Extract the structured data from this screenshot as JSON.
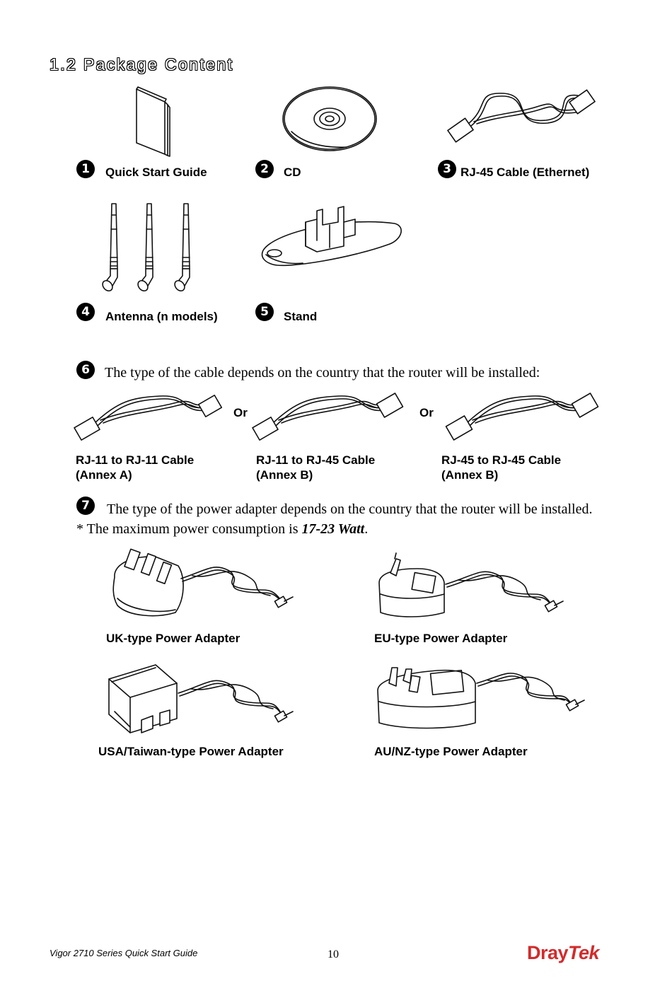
{
  "section_title": "1.2 Package Content",
  "items": [
    {
      "number": "1",
      "label": "Quick Start Guide",
      "icon": "booklet-icon"
    },
    {
      "number": "2",
      "label": "CD",
      "icon": "cd-icon"
    },
    {
      "number": "3",
      "label": "RJ-45 Cable (Ethernet)",
      "icon": "ethernet-cable-icon"
    },
    {
      "number": "4",
      "label": "Antenna (n models)",
      "icon": "antenna-icon"
    },
    {
      "number": "5",
      "label": "Stand",
      "icon": "stand-icon"
    }
  ],
  "cable_section": {
    "number": "6",
    "text": "The type of the cable depends on the country that the router will be installed:",
    "or_label": "Or",
    "cables": [
      {
        "line1": "RJ-11 to RJ-11 Cable",
        "line2": "(Annex A)"
      },
      {
        "line1": "RJ-11 to RJ-45 Cable",
        "line2": "(Annex B)"
      },
      {
        "line1": "RJ-45 to RJ-45 Cable",
        "line2": "(Annex B)"
      }
    ]
  },
  "power_section": {
    "number": "7",
    "text": "The type of the power adapter depends on the country that the router will be installed.",
    "note_prefix": "* The maximum power consumption is ",
    "note_value": "17-23 Watt",
    "note_suffix": ".",
    "adapters": [
      {
        "label": "UK-type Power Adapter",
        "icon": "uk-power-adapter-icon"
      },
      {
        "label": "EU-type Power Adapter",
        "icon": "eu-power-adapter-icon"
      },
      {
        "label": "USA/Taiwan-type Power Adapter",
        "icon": "usa-power-adapter-icon"
      },
      {
        "label": "AU/NZ-type Power Adapter",
        "icon": "au-power-adapter-icon"
      }
    ]
  },
  "footer": {
    "guide_title": "Vigor 2710 Series Quick Start Guide",
    "page_number": "10",
    "logo_part1": "Dray",
    "logo_part2": "Tek",
    "logo_color": "#d42a2a"
  }
}
